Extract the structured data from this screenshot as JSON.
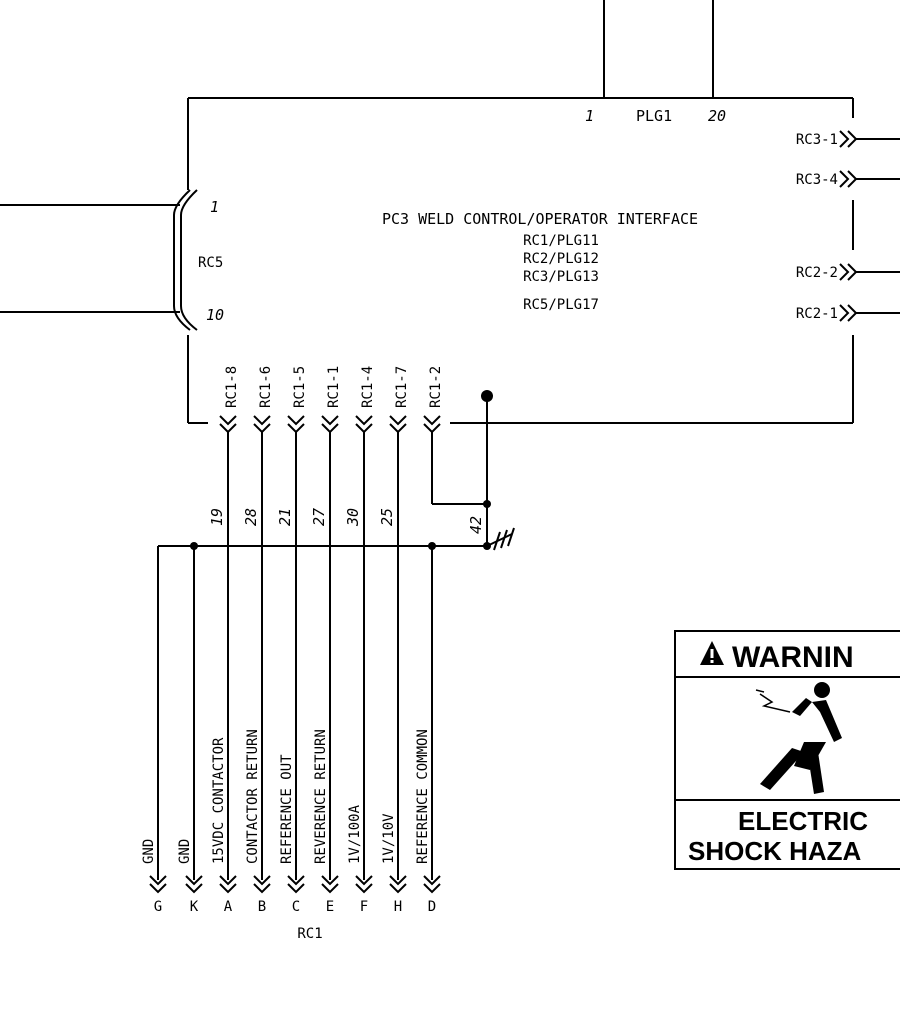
{
  "board": {
    "title": "PC3 WELD CONTROL/OPERATOR INTERFACE",
    "subtitles": [
      "RC1/PLG11",
      "RC2/PLG12",
      "RC3/PLG13",
      "RC5/PLG17"
    ],
    "plg_label": "PLG1",
    "plg_pin_left": "1",
    "plg_pin_right": "20"
  },
  "rc5": {
    "label": "RC5",
    "pin_top": "1",
    "pin_bottom": "10"
  },
  "right_connectors": [
    "RC3-1",
    "RC3-4",
    "RC2-2",
    "RC2-1"
  ],
  "bottom_connectors": [
    "RC1-8",
    "RC1-6",
    "RC1-5",
    "RC1-1",
    "RC1-4",
    "RC1-7",
    "RC1-2"
  ],
  "wire_numbers": [
    "19",
    "28",
    "21",
    "27",
    "30",
    "25",
    "42"
  ],
  "rc1": {
    "label": "RC1",
    "pins": [
      {
        "letter": "G",
        "signal": "GND"
      },
      {
        "letter": "K",
        "signal": "GND"
      },
      {
        "letter": "A",
        "signal": "15VDC CONTACTOR"
      },
      {
        "letter": "B",
        "signal": "CONTACTOR RETURN"
      },
      {
        "letter": "C",
        "signal": "REFERENCE OUT"
      },
      {
        "letter": "E",
        "signal": "REVERENCE RETURN"
      },
      {
        "letter": "F",
        "signal": "1V/100A"
      },
      {
        "letter": "H",
        "signal": "1V/10V"
      },
      {
        "letter": "D",
        "signal": "REFERENCE COMMON"
      }
    ]
  },
  "warning": {
    "heading": "WARNIN",
    "line1": "ELECTRIC",
    "line2": "SHOCK HAZA",
    "icon": "electric-shock-icon"
  }
}
